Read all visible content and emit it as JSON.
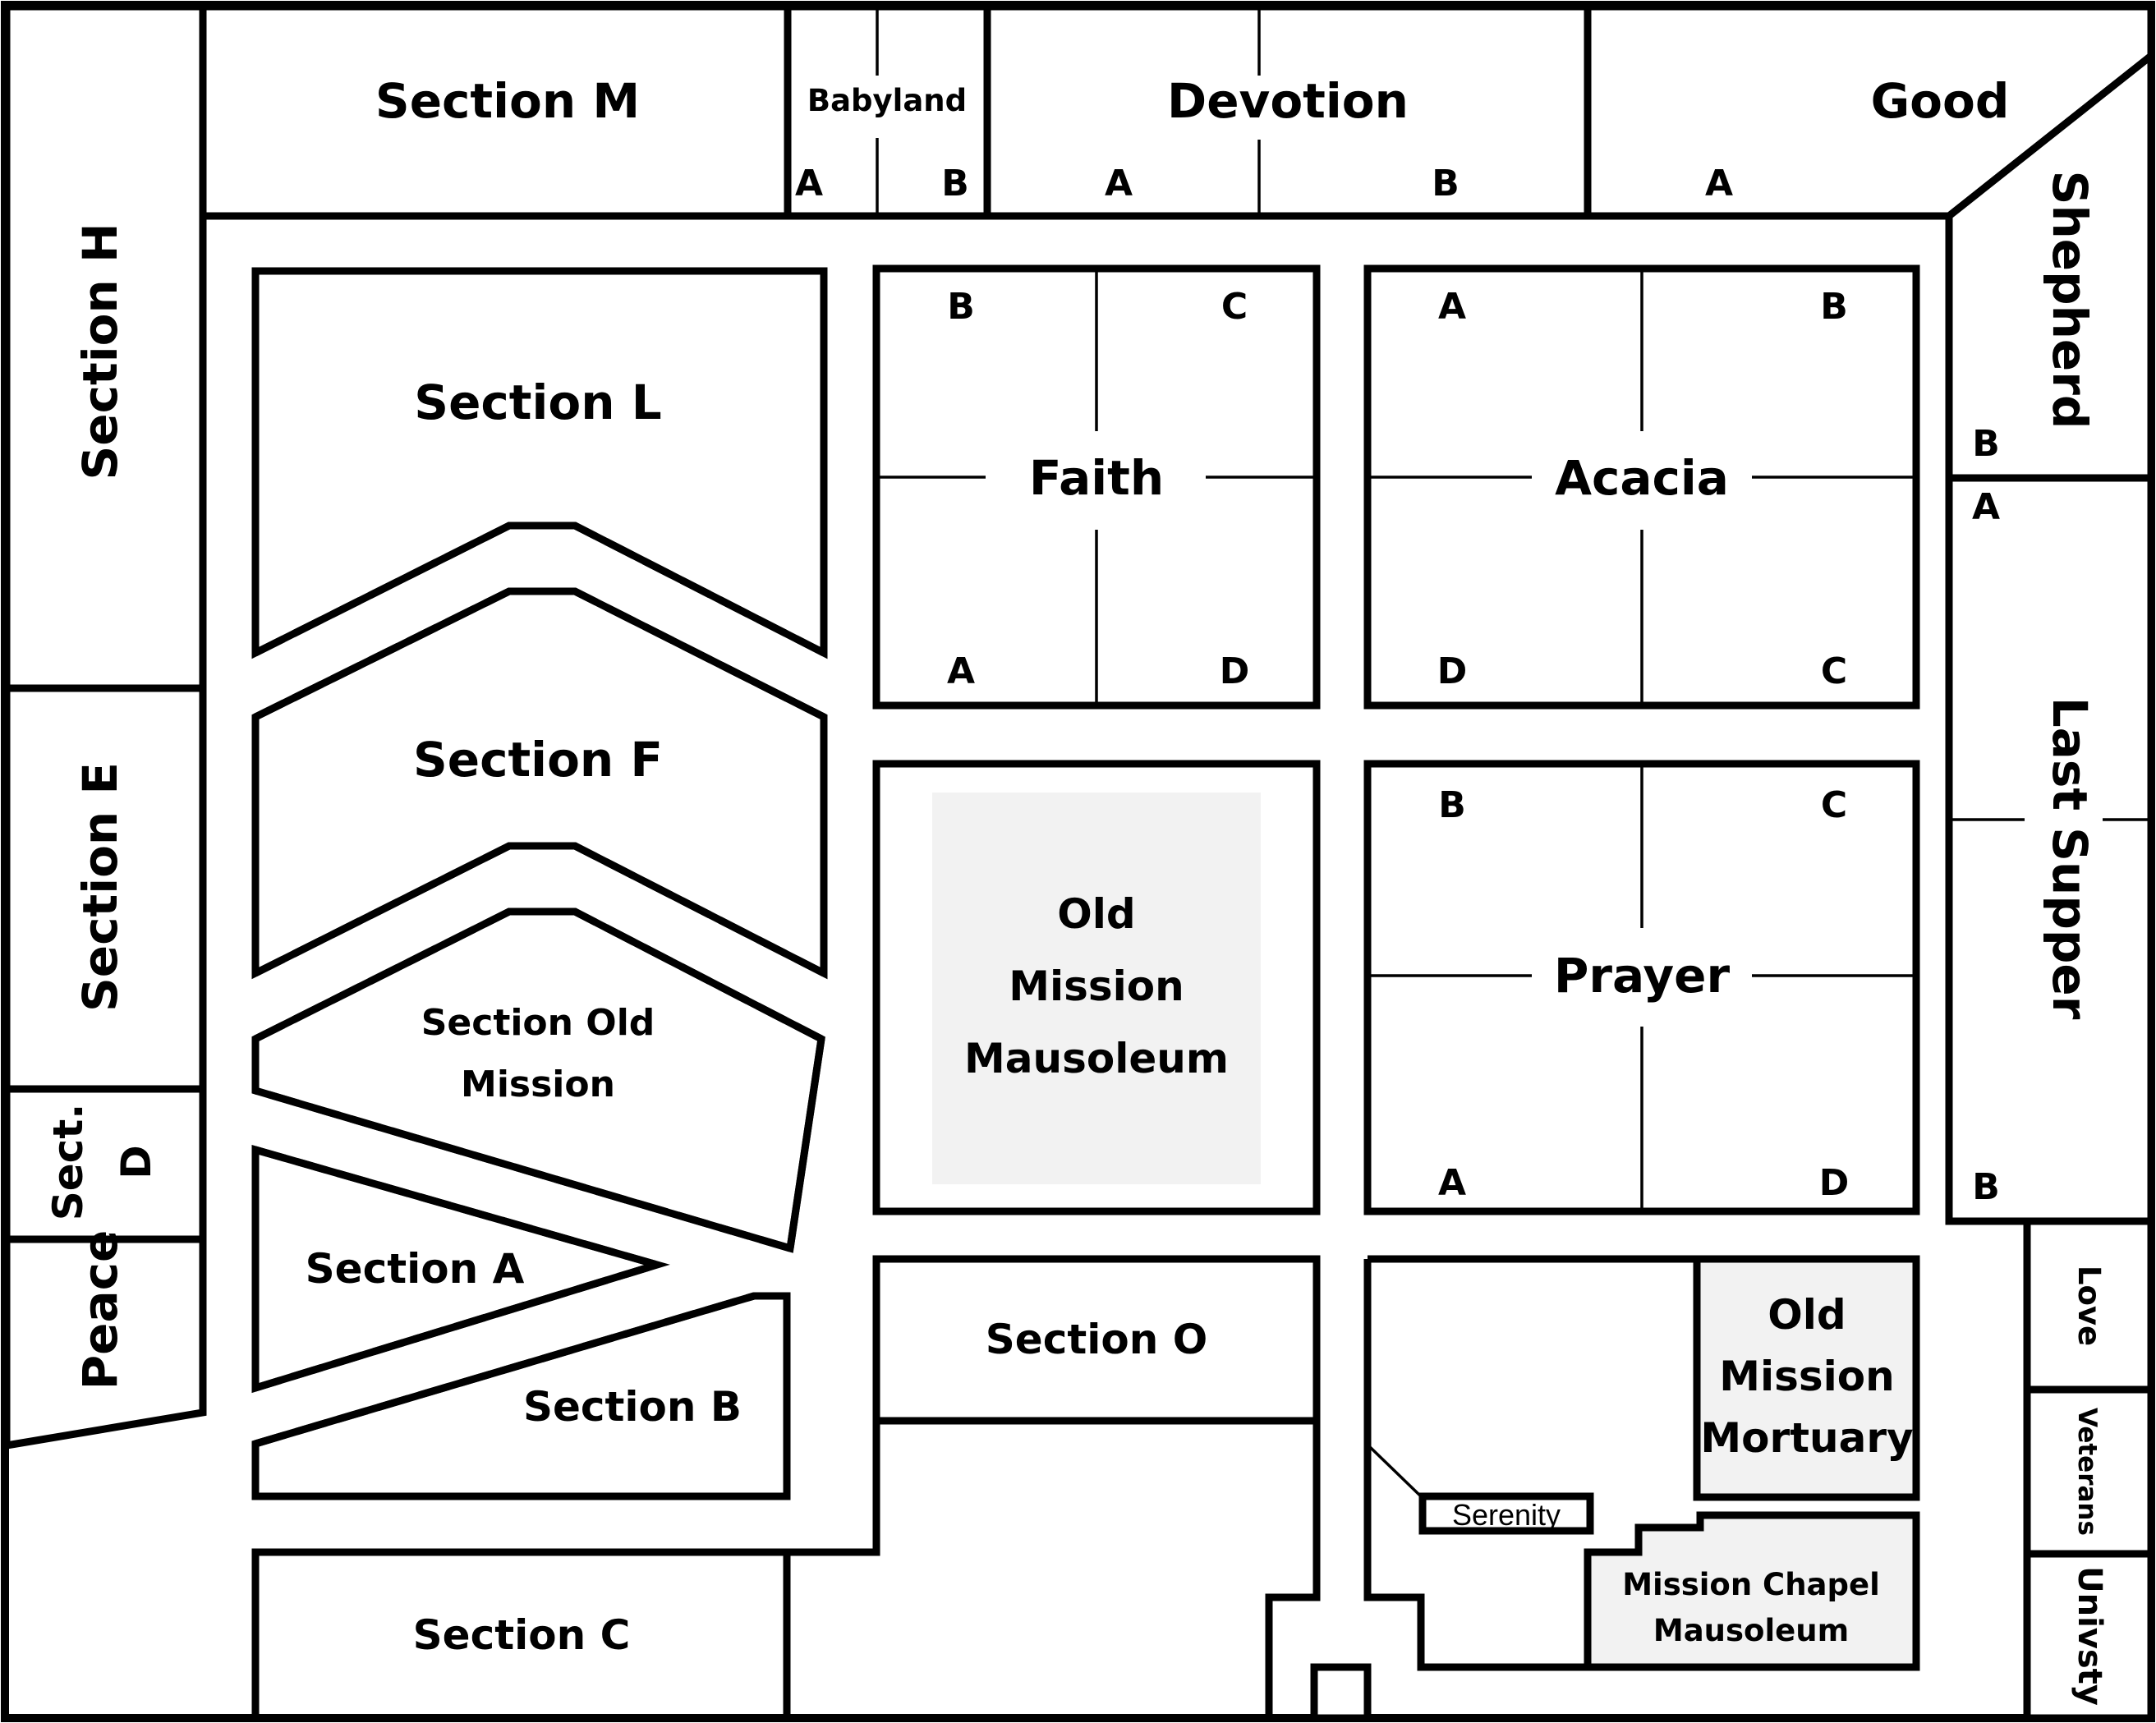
{
  "map": {
    "sections": {
      "section_m": "Section M",
      "babyland": "Babyland",
      "devotion": "Devotion",
      "good": "Good",
      "shepherd": "Shepherd",
      "section_h": "Section H",
      "section_e": "Section E",
      "sect_d_line1": "Sect.",
      "sect_d_line2": "D",
      "peace": "Peace",
      "section_l": "Section L",
      "section_f": "Section F",
      "section_old_mission_line1": "Section Old",
      "section_old_mission_line2": "Mission",
      "section_a": "Section A",
      "section_b": "Section B",
      "section_c": "Section C",
      "section_o": "Section O",
      "faith": "Faith",
      "acacia": "Acacia",
      "prayer": "Prayer",
      "old_mission_mausoleum_line1": "Old",
      "old_mission_mausoleum_line2": "Mission",
      "old_mission_mausoleum_line3": "Mausoleum",
      "old_mission_mortuary_line1": "Old",
      "old_mission_mortuary_line2": "Mission",
      "old_mission_mortuary_line3": "Mortuary",
      "mission_chapel_mausoleum_line1": "Mission Chapel",
      "mission_chapel_mausoleum_line2": "Mausoleum",
      "serenity": "Serenity",
      "last_supper": "Last Supper",
      "love": "Love",
      "veterans": "Veterans",
      "univsty": "Univsty"
    },
    "subsections": {
      "babyland_a": "A",
      "babyland_b": "B",
      "devotion_a": "A",
      "devotion_b": "B",
      "good_a": "A",
      "shepherd_b": "B",
      "last_supper_a": "A",
      "last_supper_b": "B",
      "faith_a": "A",
      "faith_b": "B",
      "faith_c": "C",
      "faith_d": "D",
      "acacia_a": "A",
      "acacia_b": "B",
      "acacia_c": "C",
      "acacia_d": "D",
      "prayer_a": "A",
      "prayer_b": "B",
      "prayer_c": "C",
      "prayer_d": "D"
    },
    "colors": {
      "line": "#000000",
      "background": "#ffffff",
      "building_fill": "#f2f2f2"
    }
  }
}
